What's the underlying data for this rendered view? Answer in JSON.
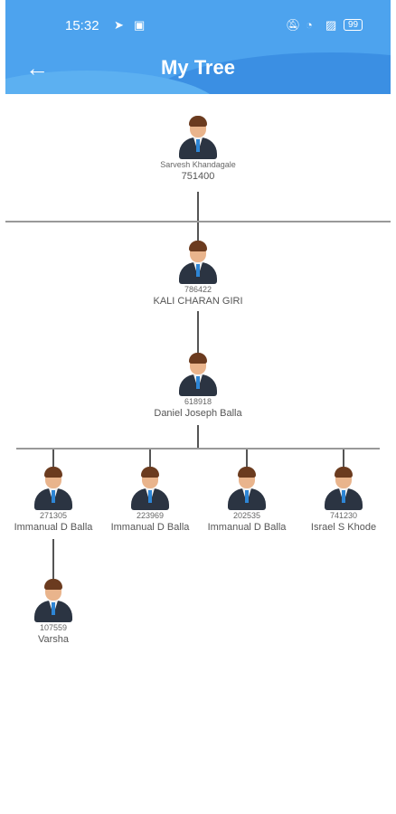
{
  "status_bar": {
    "time": "15:32",
    "battery": "99"
  },
  "header": {
    "title": "My Tree"
  },
  "tree": {
    "root": {
      "name": "Sarvesh Khandagale",
      "code": "751400"
    },
    "level1": {
      "code": "786422",
      "name": "KALI CHARAN GIRI"
    },
    "level2": {
      "code": "618918",
      "name": "Daniel Joseph Balla"
    },
    "children": [
      {
        "code": "271305",
        "name": "Immanual D Balla"
      },
      {
        "code": "223969",
        "name": "Immanual D Balla"
      },
      {
        "code": "202535",
        "name": "Immanual D Balla"
      },
      {
        "code": "741230",
        "name": "Israel S Khode"
      }
    ],
    "grandchild": {
      "code": "107559",
      "name": "Varsha"
    }
  }
}
